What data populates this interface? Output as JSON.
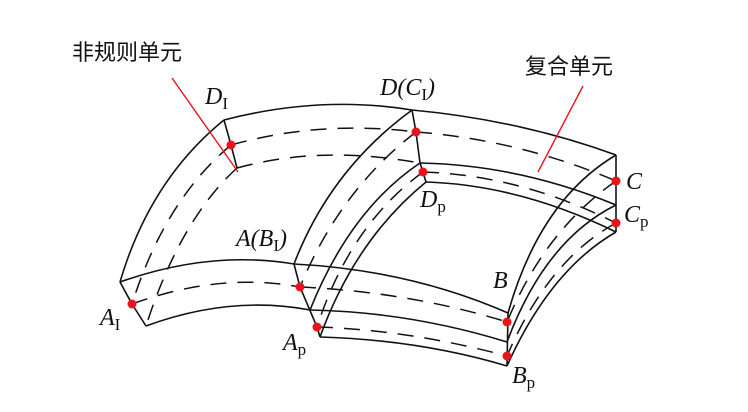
{
  "callouts": {
    "irregular_element": "非规则单元",
    "composite_element": "复合单元"
  },
  "labels": {
    "DI": {
      "main": "D",
      "sub": "I"
    },
    "DCI": {
      "pre": "D(",
      "main": "C",
      "sub": "I",
      "post": ")"
    },
    "C": {
      "main": "C"
    },
    "Cp": {
      "main": "C",
      "sub": "p"
    },
    "Dp": {
      "main": "D",
      "sub": "p"
    },
    "ABI": {
      "pre": "A(",
      "main": "B",
      "sub": "I",
      "post": ")"
    },
    "AI": {
      "main": "A",
      "sub": "I"
    },
    "Ap": {
      "main": "A",
      "sub": "p"
    },
    "B": {
      "main": "B"
    },
    "Bp": {
      "main": "B",
      "sub": "p"
    }
  },
  "colors": {
    "lines": "#111111",
    "highlight": "#e8141c"
  }
}
